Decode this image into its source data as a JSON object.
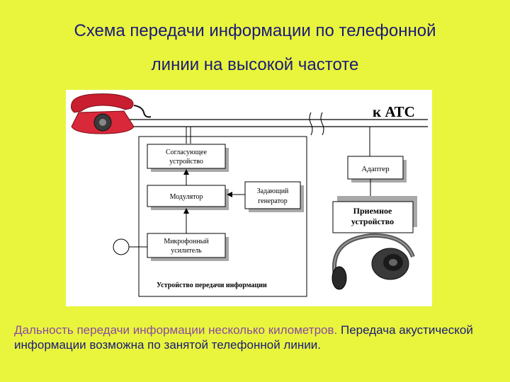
{
  "slide": {
    "title_line1": "Схема передачи информации по телефонной",
    "title_line2": "линии на высокой частоте",
    "caption_part1": "Дальность передачи информации несколько километров.",
    "caption_part2": "Передача акустической информации возможна по занятой телефонной линии."
  },
  "diagram": {
    "ats_label": "к АТС",
    "blocks": {
      "matching_device": [
        "Согласующее",
        "устройство"
      ],
      "modulator": [
        "Модулятор"
      ],
      "master_generator": [
        "Задающий",
        "генератор"
      ],
      "mic_amplifier": [
        "Микрофонный",
        "усилитель"
      ],
      "adapter": [
        "Адаптер"
      ],
      "receiver": [
        "Приемное",
        "устройство"
      ]
    },
    "transmitter_caption": "Устройство передачи информации"
  },
  "colors": {
    "background": "#e9f53c",
    "title": "#1a1a7a",
    "caption_first": "#8a4aa0",
    "phone": "#d8283a"
  },
  "icons": [
    "telephone-icon",
    "microphone-icon",
    "headphones-icon"
  ]
}
